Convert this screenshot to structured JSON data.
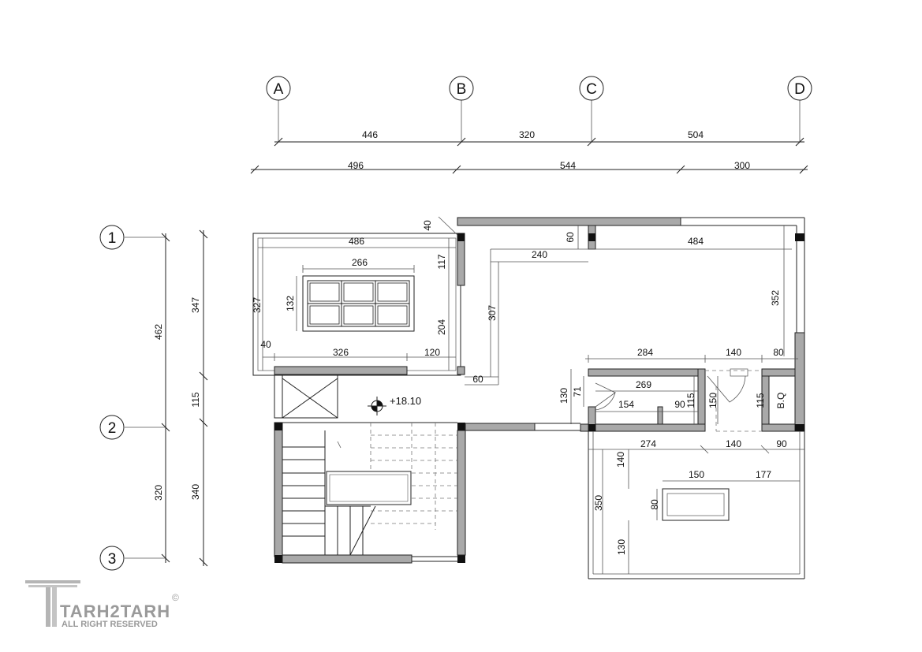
{
  "grid": {
    "columns": [
      "A",
      "B",
      "C",
      "D"
    ],
    "rows": [
      "1",
      "2",
      "3"
    ]
  },
  "dimensions": {
    "top_row_1": [
      "446",
      "320",
      "504"
    ],
    "top_row_2": [
      "496",
      "544",
      "300"
    ],
    "left_outer": [
      "462",
      "320"
    ],
    "left_inner": [
      "347",
      "115",
      "340"
    ],
    "left_room": [
      "486",
      "266",
      "132",
      "327",
      "117",
      "204",
      "40",
      "40",
      "326",
      "120"
    ],
    "center": [
      "60",
      "240",
      "484",
      "307",
      "60",
      "352"
    ],
    "right_upper": [
      "284",
      "140",
      "80",
      "130",
      "71",
      "269",
      "154",
      "90",
      "115",
      "150",
      "115"
    ],
    "right_lower": [
      "274",
      "140",
      "90",
      "140",
      "150",
      "177",
      "80",
      "350",
      "130"
    ]
  },
  "level": "+18.10",
  "room_tag": "B.Q",
  "watermark": {
    "brand": "TARH2TARH",
    "symbol": "©",
    "tagline": "ALL RIGHT RESERVED"
  }
}
